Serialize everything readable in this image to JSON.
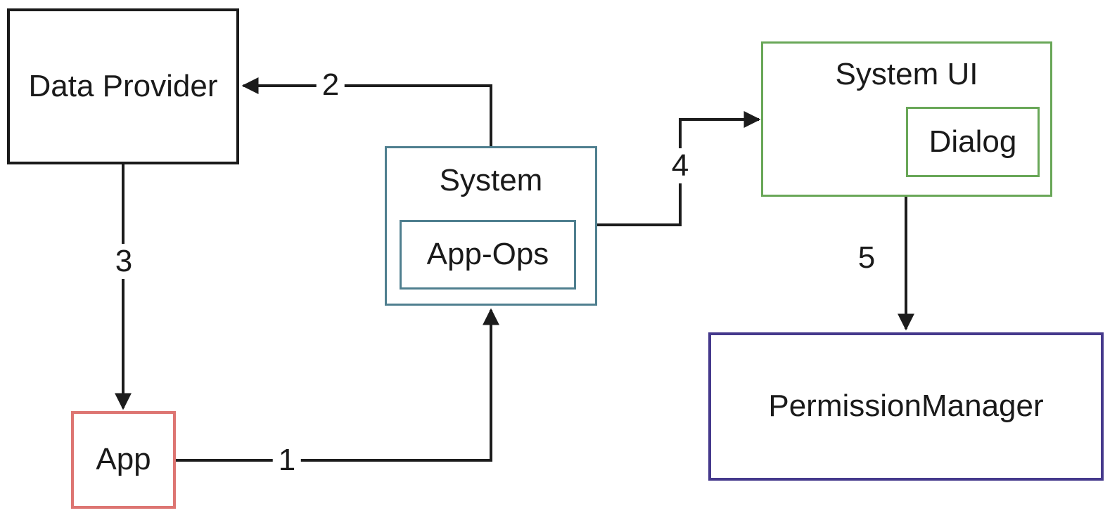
{
  "meta": {
    "background_color": "#ffffff",
    "arrow_color": "#1c1c1c",
    "text_color": "#1a1a1a"
  },
  "nodes": {
    "data_provider": {
      "label": "Data Provider",
      "border_color": "#1a1a1a"
    },
    "system": {
      "label": "System",
      "border_color": "#4f7f8f"
    },
    "app_ops": {
      "label": "App-Ops",
      "border_color": "#4f7f8f"
    },
    "system_ui": {
      "label": "System UI",
      "border_color": "#69a758"
    },
    "dialog": {
      "label": "Dialog",
      "border_color": "#69a758"
    },
    "app": {
      "label": "App",
      "border_color": "#dd7572"
    },
    "permission_manager": {
      "label": "PermissionManager",
      "border_color": "#45398c"
    }
  },
  "edges": [
    {
      "label": "1",
      "from": "App",
      "to": "System"
    },
    {
      "label": "2",
      "from": "System",
      "to": "Data Provider"
    },
    {
      "label": "3",
      "from": "Data Provider",
      "to": "App"
    },
    {
      "label": "4",
      "from": "System",
      "to": "System UI"
    },
    {
      "label": "5",
      "from": "System UI",
      "to": "PermissionManager"
    }
  ]
}
